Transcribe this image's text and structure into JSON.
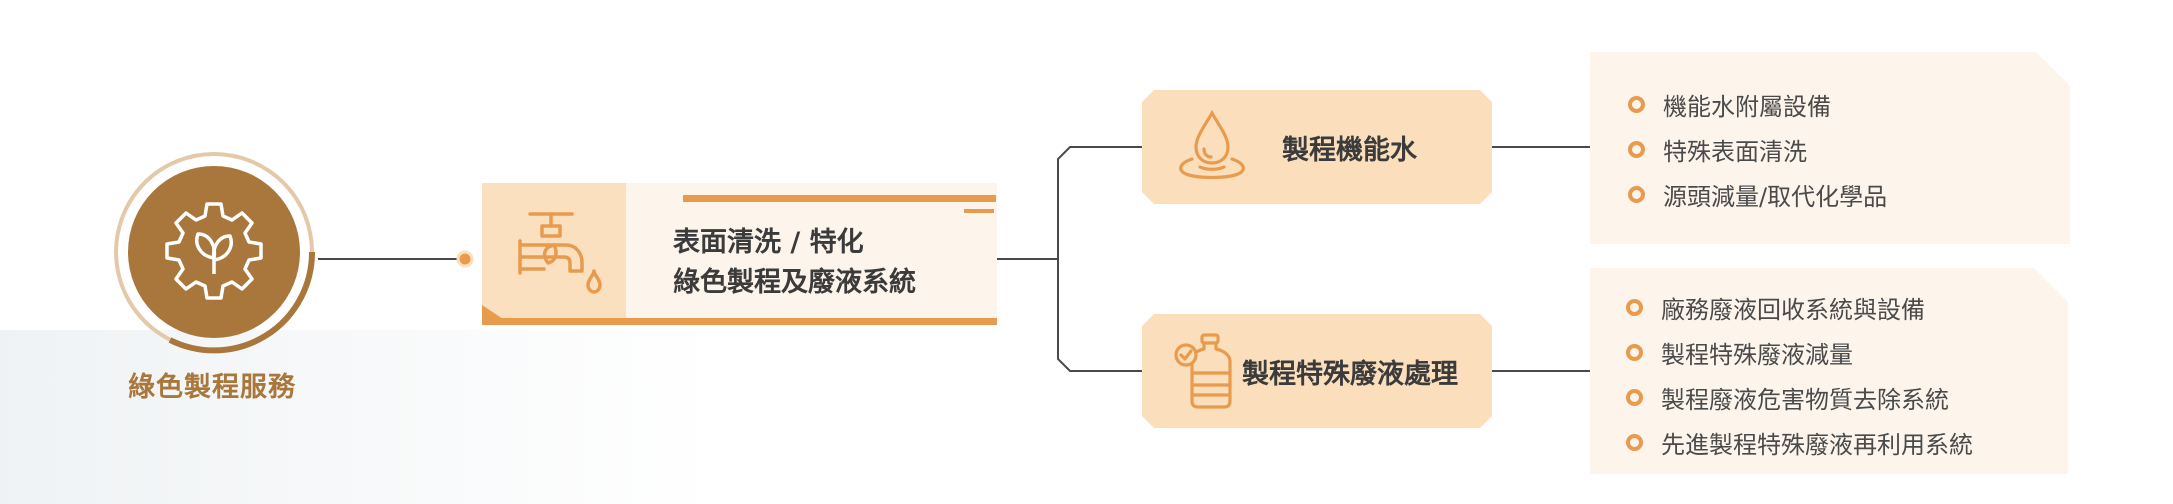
{
  "root": {
    "label": "綠色製程服務",
    "icon": "gear-leaf-icon"
  },
  "main": {
    "line1": "表面清洗 / 特化",
    "line2": "綠色製程及廢液系統",
    "icon": "faucet-icon"
  },
  "branches": [
    {
      "label": "製程機能水",
      "icon": "water-drop-icon",
      "items": [
        "機能水附屬設備",
        "特殊表面清洗",
        "源頭減量/取代化學品"
      ]
    },
    {
      "label": "製程特殊廢液處理",
      "icon": "water-bottle-icon",
      "items": [
        "廠務廢液回收系統與設備",
        "製程特殊廢液減量",
        "製程廢液危害物質去除系統",
        "先進製程特殊廢液再利用系統"
      ]
    }
  ],
  "colors": {
    "accent": "#e89a4d",
    "brown": "#a9773c",
    "box_light": "#fdf5ec",
    "box_mid": "#fbdfbd",
    "line": "#4a4a4a"
  }
}
